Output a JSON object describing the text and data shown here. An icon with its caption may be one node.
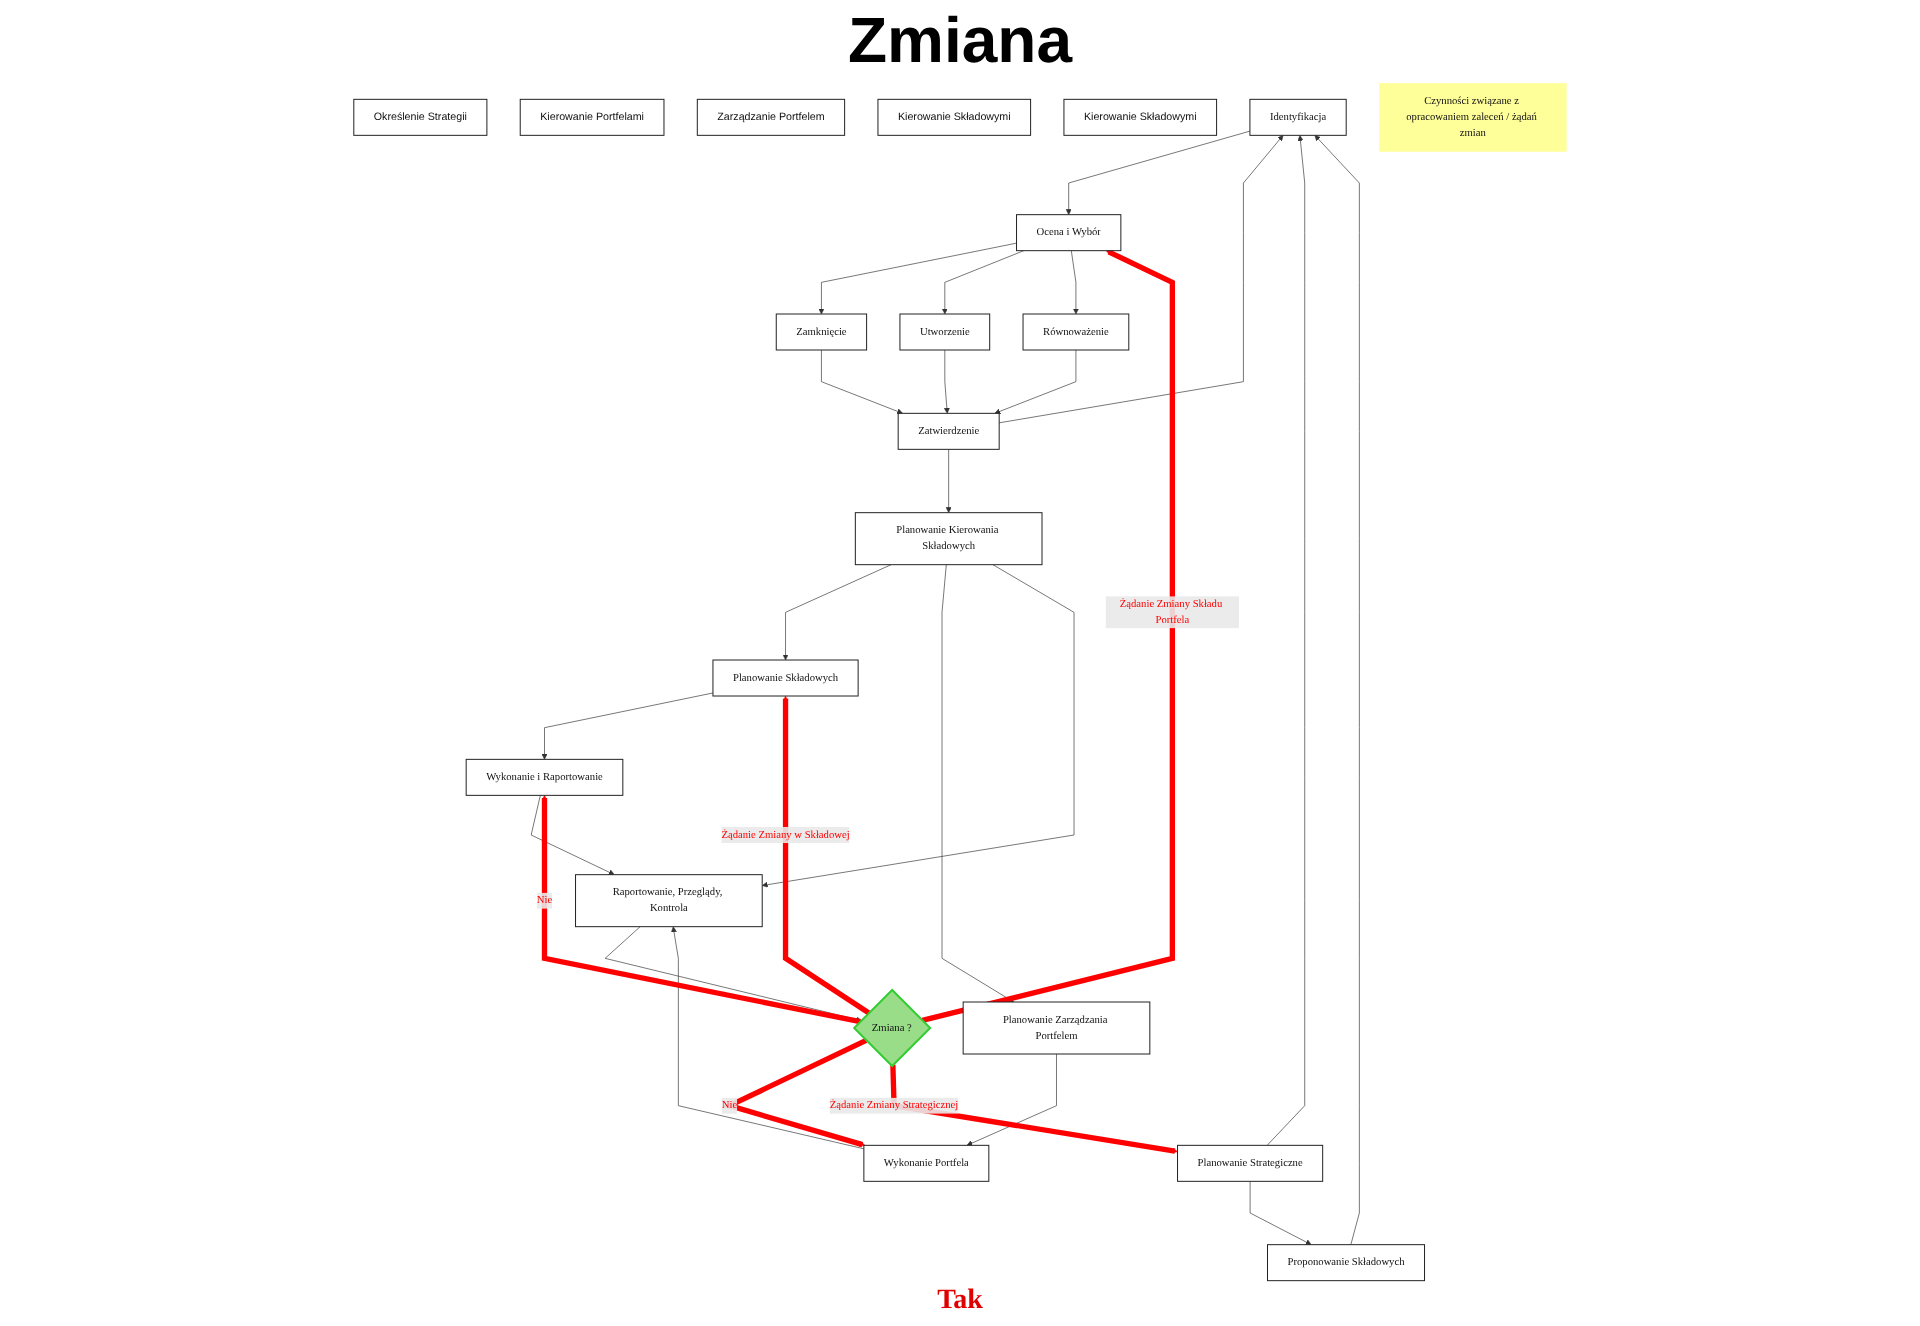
{
  "diagram": {
    "title": "Zmiana",
    "nodes": [
      {
        "text": [
          "Określenie Strategii"
        ]
      },
      {
        "text": [
          "Kierowanie Portfelami"
        ]
      },
      {
        "text": [
          "Zarządzanie Portfelem"
        ]
      },
      {
        "text": [
          "Kierowanie Składowymi"
        ]
      },
      {
        "text": [
          "Kierowanie Składowymi"
        ]
      },
      {
        "text": [
          "Identyfikacja"
        ]
      },
      {
        "text": [
          "Proponowanie Składowych"
        ]
      },
      {
        "text": [
          "Zatwierdzenie"
        ]
      },
      {
        "text": [
          "Planowanie Kierowania Składowych"
        ]
      },
      {
        "text": [
          "Planowanie Składowych"
        ]
      },
      {
        "text": [
          "Planowanie Strategiczne"
        ]
      },
      {
        "text": [
          "Zamknięcie"
        ]
      },
      {
        "text": [
          "Planowanie Zarządzania Portfelem"
        ]
      },
      {
        "text": [
          "Czynności związane z opracowaniem zaleceń / żądań zmian"
        ]
      },
      {
        "text": [
          "Ocena i Wybór"
        ]
      },
      {
        "text": [
          "Utworzenie"
        ]
      },
      {
        "text": [
          "Wykonanie Portfela"
        ]
      },
      {
        "text": [
          "Raportowanie, Przeglądy, Kontrola"
        ]
      },
      {
        "text": [
          "Wykonanie i Raportowanie"
        ]
      },
      {
        "text": [
          "Równoważenie"
        ]
      },
      {
        "text": [
          "Zmiana ?"
        ]
      }
    ],
    "edges": [
      {
        "from": 10,
        "to": 5,
        "arrow": "to"
      },
      {
        "from": 10,
        "to": 6,
        "arrow": "to"
      },
      {
        "from": 6,
        "to": 5,
        "arrow": "to"
      },
      {
        "from": 7,
        "to": 5,
        "arrow": "to"
      },
      {
        "from": 5,
        "to": 14,
        "arrow": "to"
      },
      {
        "from": 14,
        "to": 11,
        "arrow": "to"
      },
      {
        "from": 14,
        "to": 15,
        "arrow": "to"
      },
      {
        "from": 14,
        "to": 19,
        "arrow": "to"
      },
      {
        "from": 11,
        "to": 7,
        "arrow": "to"
      },
      {
        "from": 15,
        "to": 7,
        "arrow": "to"
      },
      {
        "from": 19,
        "to": 7,
        "arrow": "to"
      },
      {
        "from": 7,
        "to": 8,
        "arrow": "to"
      },
      {
        "from": 8,
        "to": 9,
        "arrow": "to"
      },
      {
        "from": 8,
        "to": 12,
        "arrow": "to"
      },
      {
        "from": 8,
        "to": 17,
        "arrow": "to"
      },
      {
        "from": 9,
        "to": 18,
        "arrow": "to"
      },
      {
        "from": 12,
        "to": 16,
        "arrow": "to"
      },
      {
        "from": 16,
        "to": 17,
        "arrow": "to"
      },
      {
        "from": 18,
        "to": 17,
        "arrow": "to"
      },
      {
        "from": 17,
        "to": 20,
        "arrow": "to"
      },
      {
        "from": 20,
        "to": 16,
        "arrow": "to",
        "label": "Nie",
        "style": "thick",
        "color": "#ff0000"
      },
      {
        "from": 20,
        "to": 18,
        "arrow": "to",
        "label": "Nie",
        "style": "thick",
        "color": "#ff0000"
      },
      {
        "from": 20,
        "to": 10,
        "arrow": "to",
        "label": "Żądanie Zmiany Strategicznej",
        "style": "thick",
        "color": "#ff0000"
      },
      {
        "from": 20,
        "to": 14,
        "arrow": "to",
        "label": "Żądanie Zmiany Składu Portfela",
        "style": "thick",
        "color": "#ff0000"
      },
      {
        "from": 20,
        "to": 9,
        "arrow": "to",
        "label": "Żądanie Zmiany w Składowej",
        "style": "thick",
        "color": "#ff0000"
      }
    ],
    "labels": [
      "Tak"
    ]
  }
}
